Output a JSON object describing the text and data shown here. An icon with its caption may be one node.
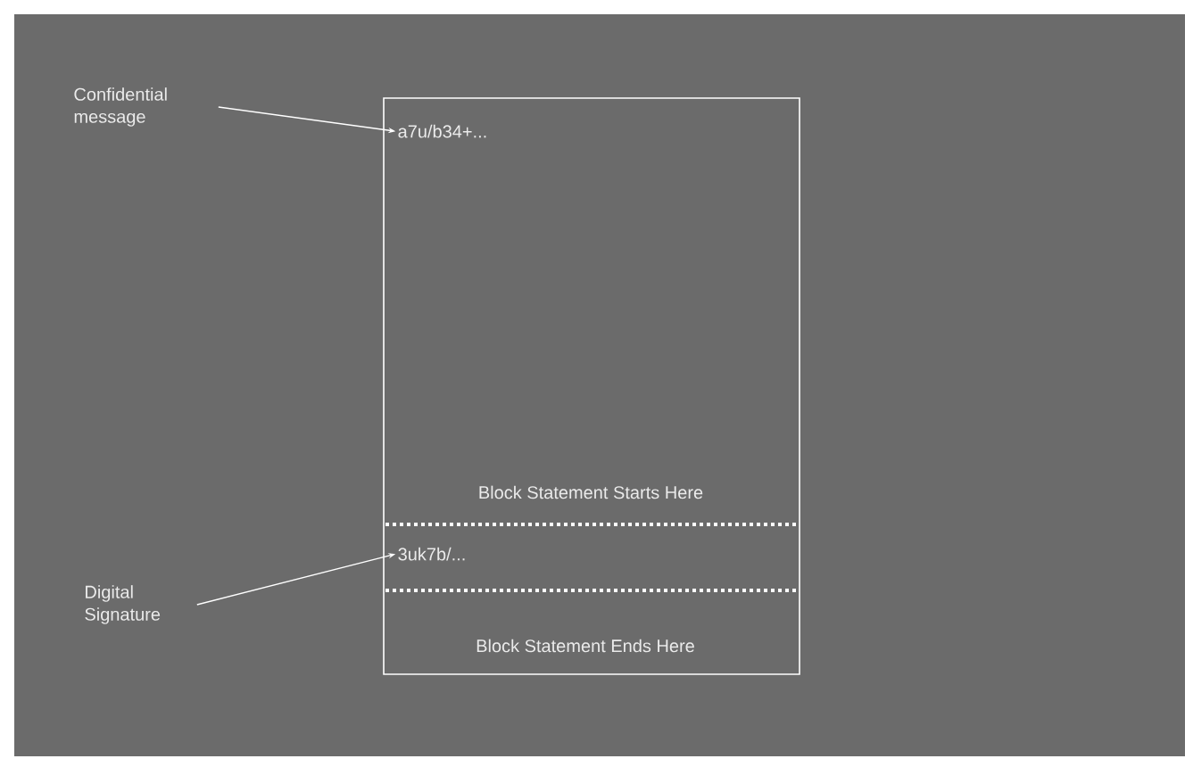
{
  "diagram": {
    "nodes": [
      {
        "text": [
          "Block Statement Starts Here",
          "Block Statement Ends Here"
        ]
      },
      {
        "text": [
          "Confidential message"
        ]
      },
      {
        "text": [
          "a7u/b34+..."
        ],
        "in": 0
      },
      {
        "text": [
          "Digital Signature"
        ]
      },
      {
        "text": [
          "3uk7b/..."
        ],
        "in": 0
      }
    ],
    "edges": [
      {
        "from": 1,
        "to": 2,
        "arrow": "to"
      },
      {
        "from": 3,
        "to": 4,
        "arrow": "to"
      }
    ]
  }
}
